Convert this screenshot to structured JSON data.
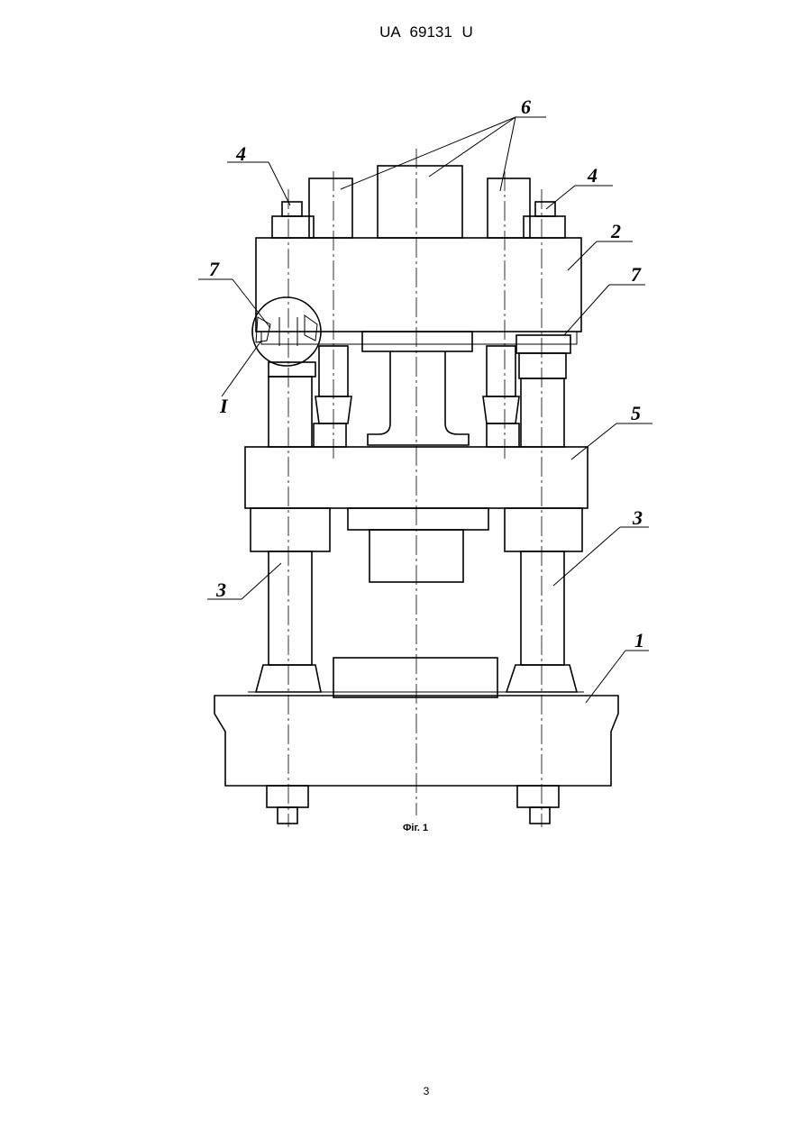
{
  "header": {
    "doc_number": "UA   69131   U"
  },
  "figure": {
    "caption": "Фіг. 1",
    "callouts": {
      "c1": "1",
      "c2": "2",
      "c3_left": "3",
      "c3_right": "3",
      "c4_left": "4",
      "c4_right": "4",
      "c5": "5",
      "c6": "6",
      "c7_left": "7",
      "c7_right": "7",
      "detail": "I"
    }
  },
  "footer": {
    "page_number": "3"
  }
}
